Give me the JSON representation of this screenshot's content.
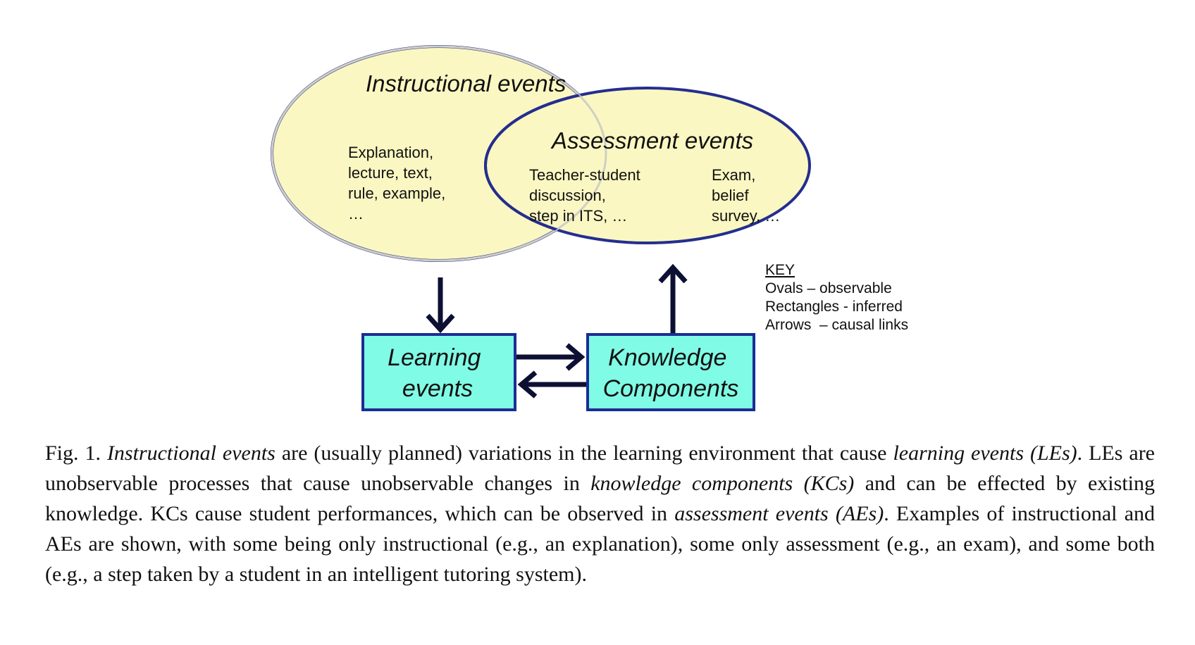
{
  "diagram": {
    "instructional": {
      "title": "Instructional events",
      "examples": [
        "Explanation,",
        "lecture, text,",
        "rule, example,",
        "…"
      ]
    },
    "assessment": {
      "title": "Assessment events",
      "examples": [
        "Exam,",
        "belief",
        "survey, …"
      ]
    },
    "overlap": {
      "examples": [
        "Teacher-student",
        "discussion,",
        "step in ITS, …"
      ]
    },
    "learning_box": {
      "lines": [
        "Learning",
        "events"
      ]
    },
    "knowledge_box": {
      "lines": [
        "Knowledge",
        "Components"
      ]
    },
    "key": {
      "title": "KEY",
      "lines": [
        "Ovals – observable",
        "Rectangles - inferred",
        "Arrows  – causal links"
      ]
    },
    "colors": {
      "oval_fill": "#fbf7c2",
      "oval_stroke": "#242e8f",
      "box_fill": "#80fbe5",
      "box_stroke": "#1b2d94",
      "arrow": "#0d1033",
      "overlap_outline": "#cfcfc5"
    }
  },
  "caption": {
    "prefix": "Fig. 1. ",
    "t1": "Instructional events",
    "t2": " are (usually planned) variations in the learning environment that cause ",
    "t3": "learning events (LEs)",
    "t4": ". LEs are unobservable processes that cause unobservable changes in ",
    "t5": "knowledge components (KCs)",
    "t6": " and can be effected by existing knowledge. KCs cause student performances, which can be observed in ",
    "t7": "assessment events (AEs)",
    "t8": ". Examples of instructional and AEs are shown, with some being only instructional (e.g., an explanation), some only assessment (e.g., an exam), and some both (e.g., a step taken by a student in an intelligent tutoring system)."
  }
}
